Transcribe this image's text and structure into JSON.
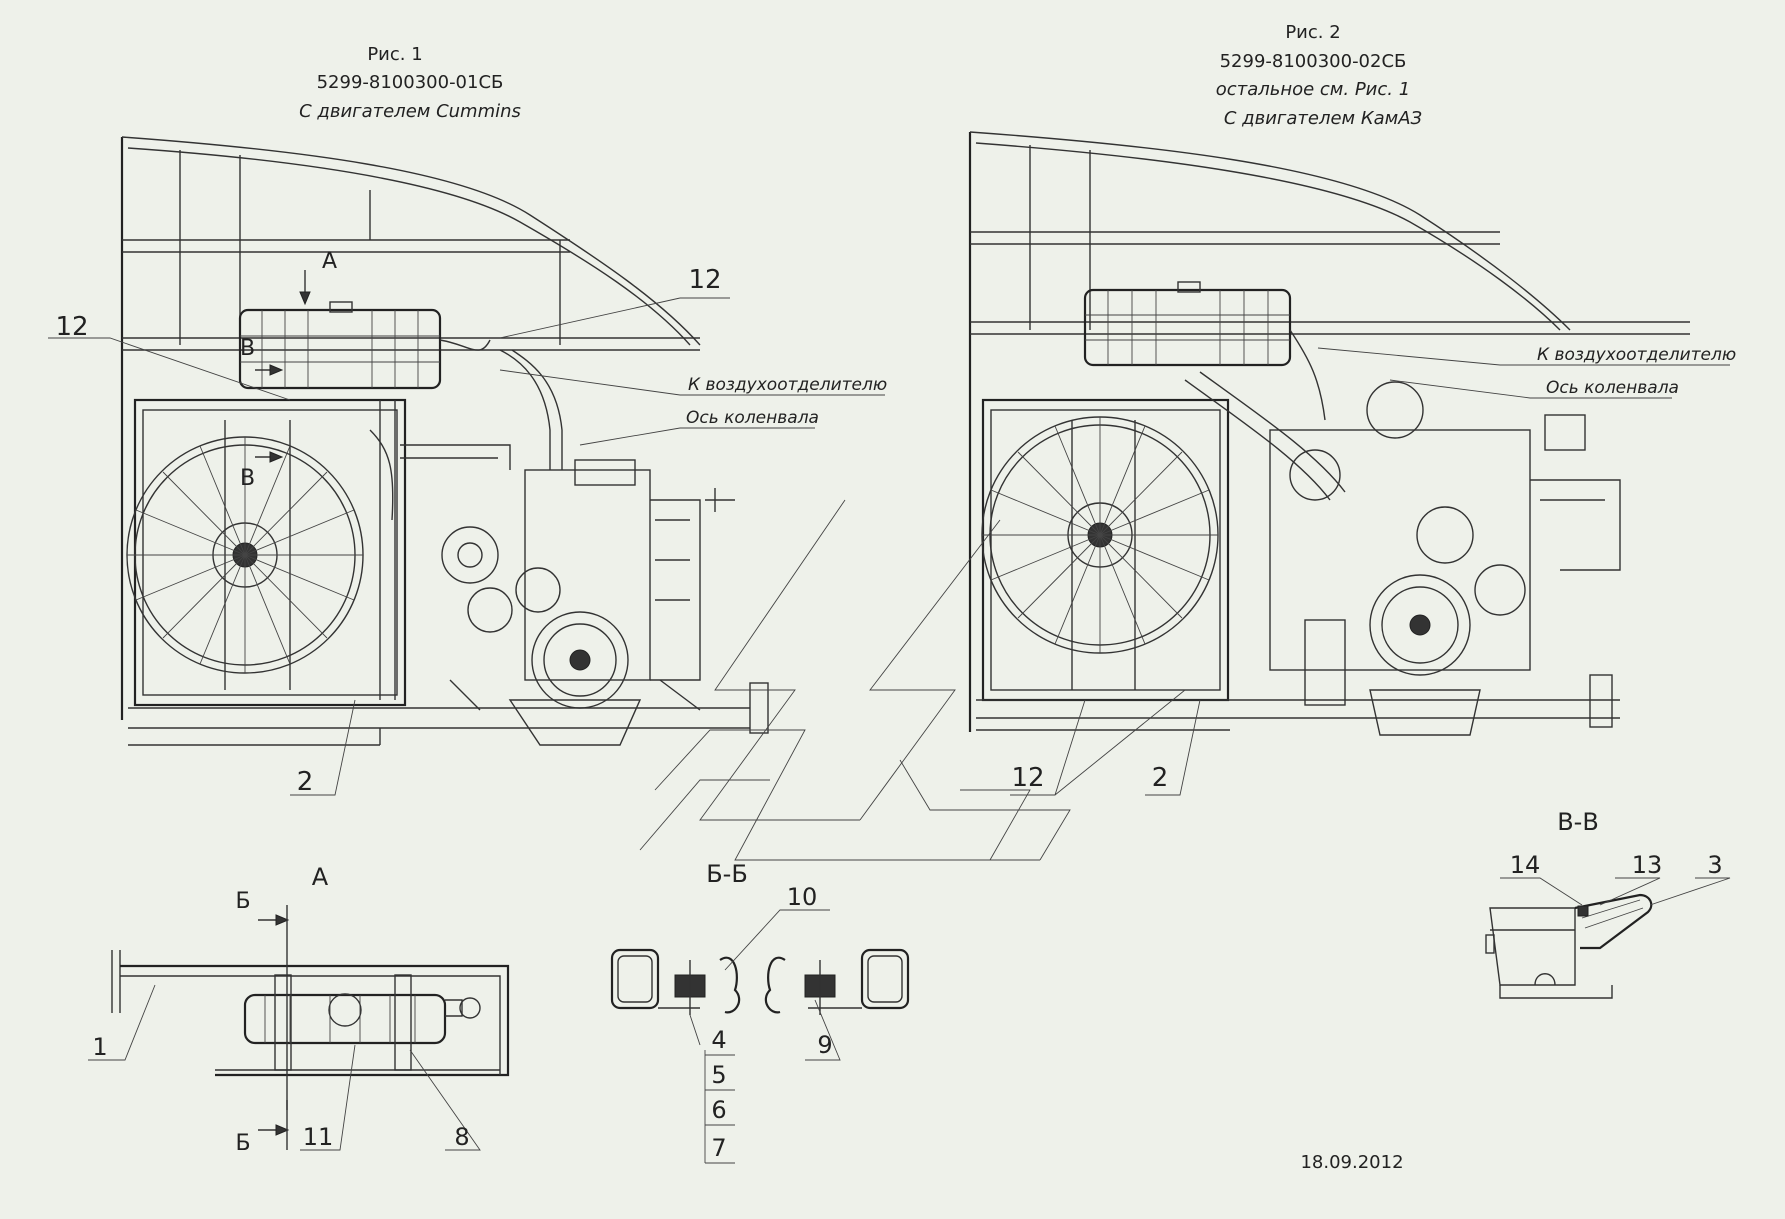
{
  "figures": {
    "fig1": {
      "title": "Рис. 1",
      "code": "5299-8100300-01СБ",
      "engine": "С двигателем Cummins"
    },
    "fig2": {
      "title": "Рис. 2",
      "code": "5299-8100300-02СБ",
      "note": "остальное см. Рис. 1",
      "engine": "С двигателем КамАЗ"
    }
  },
  "annotations": {
    "air_separator": "К воздухоотделителю",
    "crankshaft_axis": "Ось коленвала"
  },
  "views": {
    "view_a": "А",
    "section_b": "Б-Б",
    "section_v": "В-В",
    "arrow_a": "А",
    "arrow_v": "В",
    "cut_b": "Б"
  },
  "callouts": {
    "fig1": [
      "12",
      "12",
      "2"
    ],
    "fig2": [
      "12",
      "2"
    ],
    "view_a": [
      "1",
      "11",
      "8"
    ],
    "section_b": [
      "10",
      "4",
      "5",
      "6",
      "7",
      "9"
    ],
    "section_v": [
      "14",
      "13",
      "3"
    ]
  },
  "date": "18.09.2012"
}
